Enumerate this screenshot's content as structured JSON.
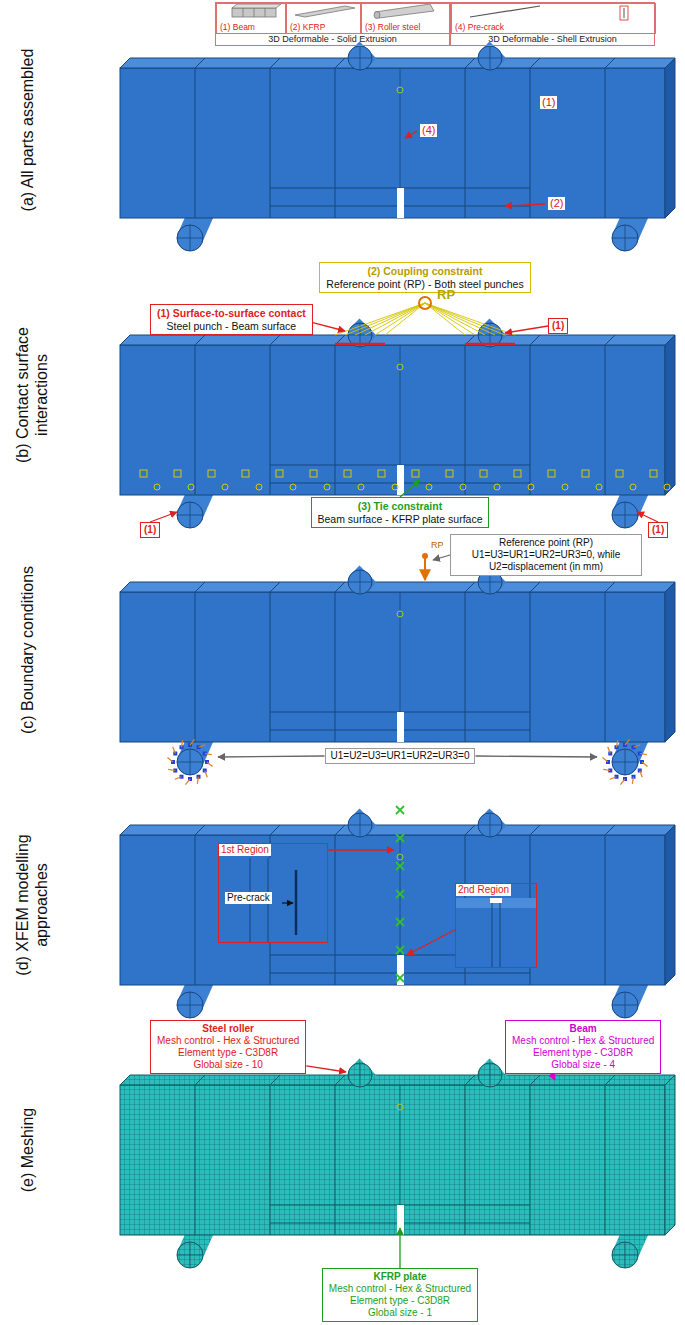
{
  "diagram": {
    "nodes": [
      {
        "text": [
          "3D Deformable - Solid Extrusion"
        ]
      },
      {
        "text": [
          "(1) Beam"
        ],
        "in": 0
      },
      {
        "text": [
          "(2) KFRP"
        ],
        "in": 0
      },
      {
        "text": [
          "(3) Roller steel"
        ],
        "in": 0
      },
      {
        "text": [
          "3D Deformable - Shell Extrusion"
        ]
      },
      {
        "text": [
          "(4) Pre-crack"
        ],
        "in": 4
      },
      {
        "text": [
          "(2) Coupling constraint",
          "Reference point (RP) - Both steel punches"
        ]
      },
      {
        "text": [
          "(1) Surface-to-surface contact",
          "Steel punch - Beam surface"
        ]
      },
      {
        "text": [
          "(1)"
        ]
      },
      {
        "text": [
          "(1)"
        ]
      },
      {
        "text": [
          "(1)"
        ]
      },
      {
        "text": [
          "(3) Tie constraint",
          "Beam surface - KFRP plate surface"
        ]
      },
      {
        "text": [
          "Reference point (RP)",
          "U1=U3=UR1=UR2=UR3=0, while U2=displacement (in mm)"
        ]
      },
      {
        "text": [
          "U1=U2=U3=UR1=UR2=UR3=0"
        ]
      },
      {
        "text": [
          "1st Region",
          "Pre-crack"
        ]
      },
      {
        "text": [
          "2nd Region"
        ]
      },
      {
        "text": [
          "Steel roller",
          "Mesh control - Hex & Structured",
          "Element type - C3D8R",
          "Global size - 10"
        ]
      },
      {
        "text": [
          "Beam",
          "Mesh control - Hex & Structured",
          "Element type - C3D8R",
          "Global size - 4"
        ]
      },
      {
        "text": [
          "KFRP plate",
          "Mesh control - Hex & Structured",
          "Element type - C3D8R",
          "Global size - 1"
        ]
      }
    ],
    "labels": [
      "(a) All parts assembled",
      "(4)",
      "(1)",
      "(2)",
      "(b) Contact surface interactions",
      "RP",
      "(c) Boundary conditions",
      "RP",
      "(d) XFEM modelling approaches",
      "(e) Meshing"
    ]
  }
}
